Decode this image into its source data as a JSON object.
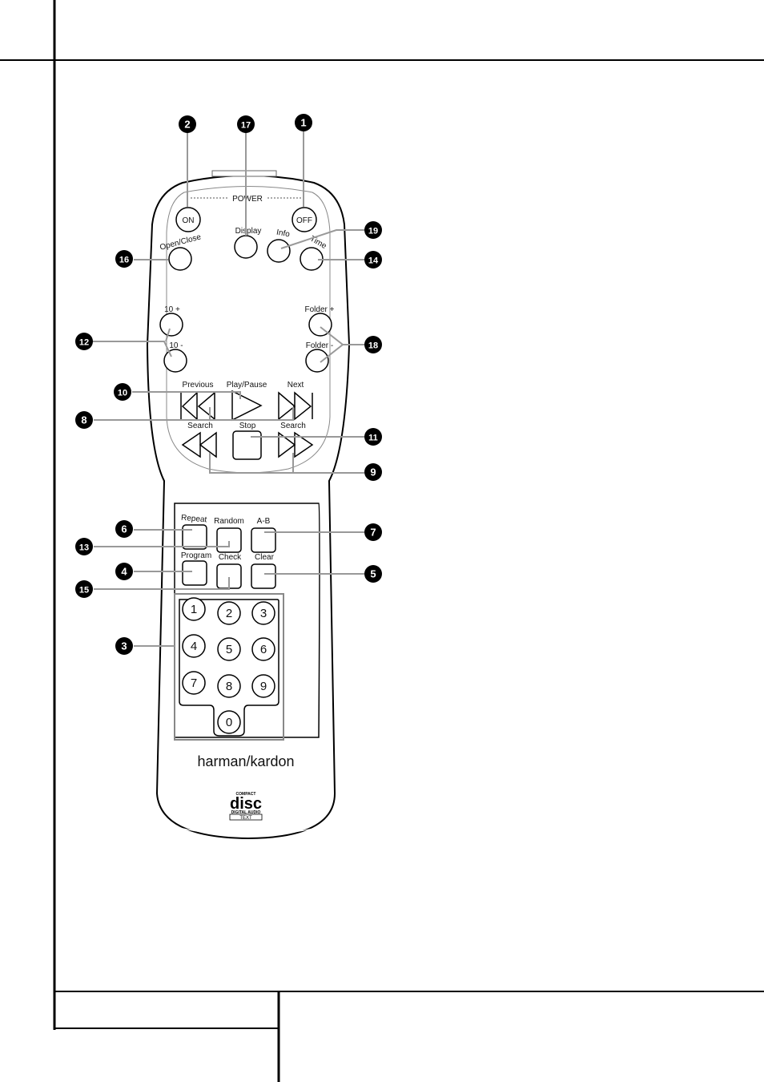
{
  "remote": {
    "power_label": "POWER",
    "on_label": "ON",
    "off_label": "OFF",
    "display_label": "Display",
    "info_label": "Info",
    "open_close_label": "Open/Close",
    "time_label": "Time",
    "ten_plus_label": "10 +",
    "ten_minus_label": "10 -",
    "folder_plus_label": "Folder +",
    "folder_minus_label": "Folder -",
    "previous_label": "Previous",
    "play_pause_label": "Play/Pause",
    "next_label": "Next",
    "search_left_label": "Search",
    "stop_label": "Stop",
    "search_right_label": "Search",
    "repeat_label": "Repeat",
    "random_label": "Random",
    "ab_label": "A-B",
    "program_label": "Program",
    "check_label": "Check",
    "clear_label": "Clear",
    "keypad": [
      "1",
      "2",
      "3",
      "4",
      "5",
      "6",
      "7",
      "8",
      "9",
      "0"
    ],
    "brand": "harman/kardon",
    "logo": {
      "compact": "COMPACT",
      "disc": "disc",
      "digital_audio": "DIGITAL AUDIO",
      "text": "TEXT"
    }
  },
  "callouts": {
    "c1": "1",
    "c2": "2",
    "c3": "3",
    "c4": "4",
    "c5": "5",
    "c6": "6",
    "c7": "7",
    "c8": "8",
    "c9": "9",
    "c10": "10",
    "c11": "11",
    "c12": "12",
    "c13": "13",
    "c14": "14",
    "c15": "15",
    "c16": "16",
    "c17": "17",
    "c18": "18",
    "c19": "19"
  }
}
